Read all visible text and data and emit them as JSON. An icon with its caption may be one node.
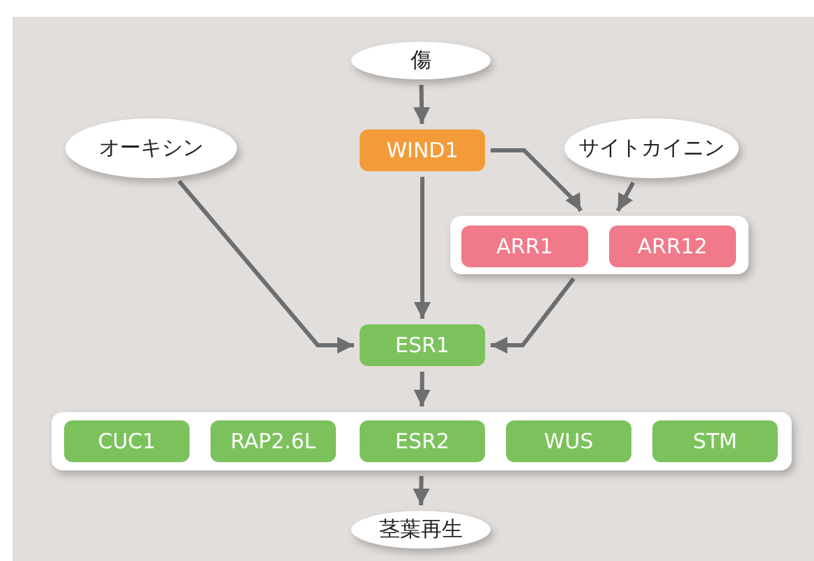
{
  "diagram": {
    "nodes": [
      {
        "text": [
          "傷"
        ]
      },
      {
        "text": [
          "オーキシン"
        ]
      },
      {
        "text": [
          "WIND1"
        ]
      },
      {
        "text": [
          "サイトカイニン"
        ]
      },
      {
        "text": [],
        "shape": "box"
      },
      {
        "text": [
          "ARR1"
        ],
        "in": 4
      },
      {
        "text": [
          "ARR12"
        ],
        "in": 4
      },
      {
        "text": [
          "ESR1"
        ]
      },
      {
        "text": [],
        "shape": "box"
      },
      {
        "text": [
          "CUC1"
        ],
        "in": 8
      },
      {
        "text": [
          "RAP2.6L"
        ],
        "in": 8
      },
      {
        "text": [
          "ESR2"
        ],
        "in": 8
      },
      {
        "text": [
          "WUS"
        ],
        "in": 8
      },
      {
        "text": [
          "STM"
        ],
        "in": 8
      },
      {
        "text": [
          "茎葉再生"
        ]
      }
    ],
    "edges": [
      {
        "from": 0,
        "to": 2,
        "arrow": "to"
      },
      {
        "from": 2,
        "to": 4,
        "arrow": "to"
      },
      {
        "from": 3,
        "to": 4,
        "arrow": "to"
      },
      {
        "from": 1,
        "to": 7,
        "arrow": "to"
      },
      {
        "from": 2,
        "to": 7,
        "arrow": "to"
      },
      {
        "from": 4,
        "to": 7,
        "arrow": "to"
      },
      {
        "from": 7,
        "to": 8,
        "arrow": "to"
      },
      {
        "from": 8,
        "to": 14,
        "arrow": "to"
      }
    ]
  }
}
